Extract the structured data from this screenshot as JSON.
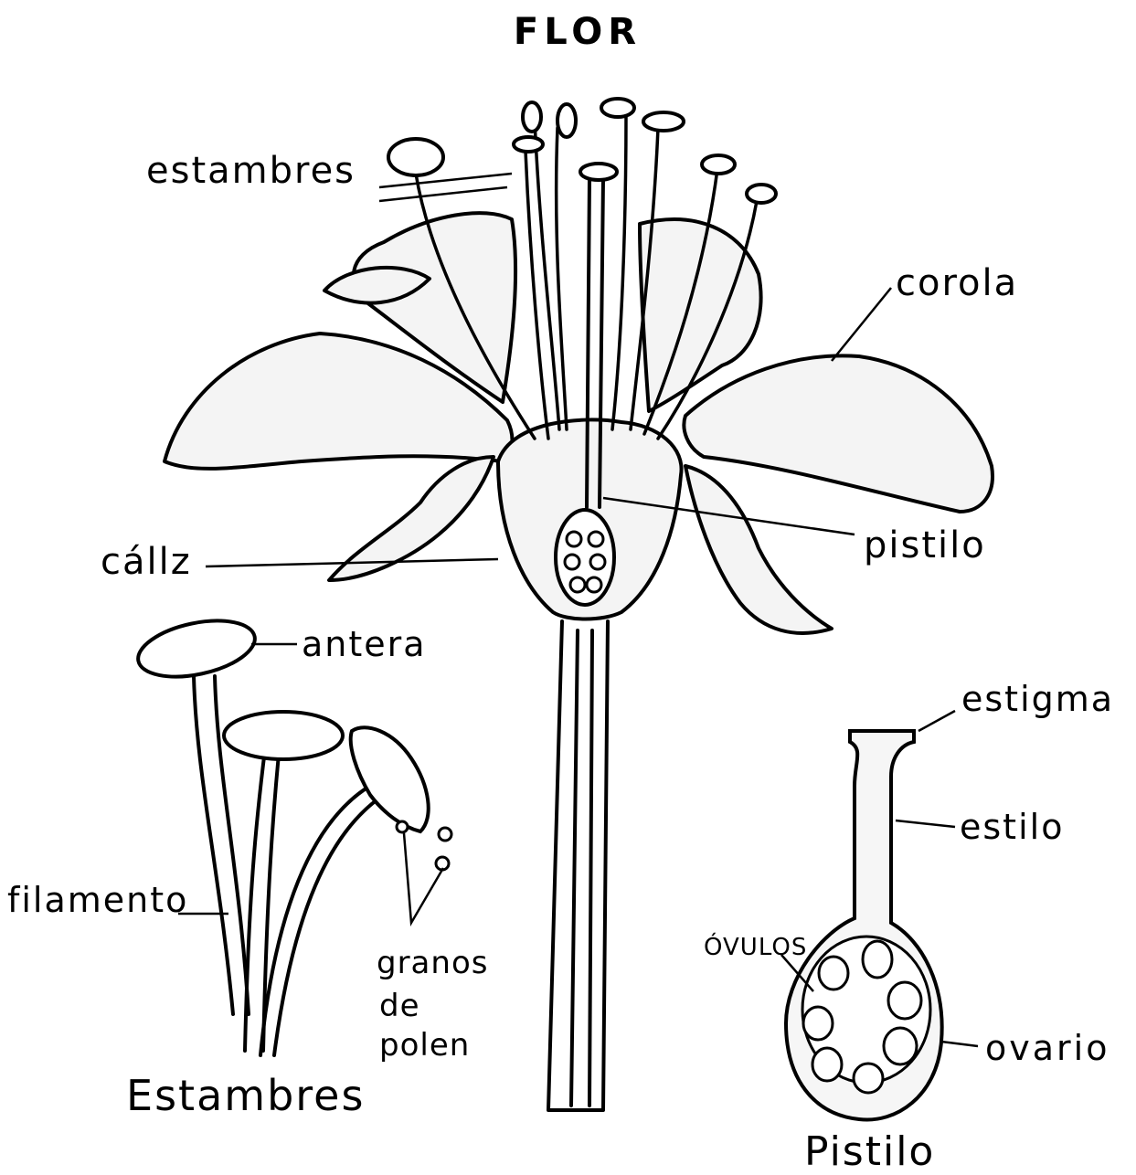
{
  "diagram": {
    "title": "FLOR",
    "labels": {
      "estambres": "estambres",
      "corola": "corola",
      "caliz": "cállz",
      "pistilo": "pistilo",
      "antera": "antera",
      "estigma": "estigma",
      "estilo": "estilo",
      "filamento": "filamento",
      "granos_line1": "granos",
      "granos_line2": "de",
      "granos_line3": "polen",
      "ovulos": "óvulos",
      "ovario": "ovario"
    },
    "captions": {
      "estambres": "Estambres",
      "pistilo": "Pistilo"
    }
  }
}
